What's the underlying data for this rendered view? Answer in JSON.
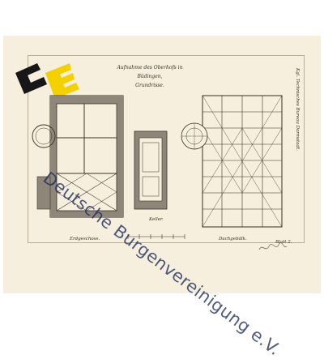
{
  "drawing": {
    "title_lines": [
      "Aufnahme des Oberhofs in",
      "Büdingen,",
      "Grundrisse."
    ],
    "side_note": "Kgl. Technisches Bureau Darmstadt.",
    "ground_floor_label": "Erdgeschoss.",
    "cellar_label": "Keller.",
    "roof_label": "Dachgebälk.",
    "sheet_number": "Blatt 2.",
    "signature": "handwritten signature"
  },
  "watermark": {
    "text": "Deutsche Burgenvereinigung e.V."
  },
  "colors": {
    "paper": "#f6efde",
    "ink": "#3a2f25",
    "wall_fill": "#8f867a",
    "logo_black": "#171717",
    "logo_yellow": "#f4d000",
    "watermark": "#1e2d5a"
  }
}
